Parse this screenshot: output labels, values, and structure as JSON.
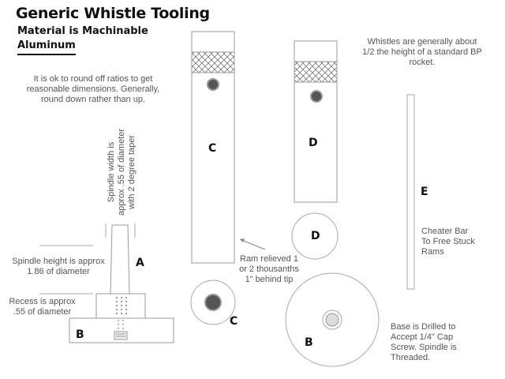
{
  "title": "Generic Whistle Tooling",
  "subtitle_line1": "Material is Machinable",
  "subtitle_line2": "Aluminum",
  "notes": {
    "round_off": [
      "It is ok to round off ratios to get",
      "reasonable dimensions. Generally,",
      "round down rather than up."
    ],
    "whistle_height": [
      "Whistles are generally about",
      "1/2 the height of a standard BP",
      "rocket."
    ],
    "spindle_width": [
      "Spindle width is",
      "approx .55 of diameter",
      "with 2 degree taper"
    ],
    "spindle_height": [
      "Spindle height is approx",
      "1.86 of diameter"
    ],
    "recess": [
      "Recess is approx",
      ".55 of diameter"
    ],
    "ram_relieved": [
      "Ram relieved 1",
      "or 2 thousanths",
      "1\" behind tip"
    ],
    "cheater_bar": [
      "Cheater Bar",
      "To Free Stuck",
      "Rams"
    ],
    "base": [
      "Base is Drilled to",
      "Accept 1/4\" Cap",
      "Screw. Spindle is",
      "Threaded."
    ]
  },
  "letters": {
    "a": "A",
    "b_base": "B",
    "b_circle": "B",
    "c_ram": "C",
    "c_circle": "C",
    "d_ram": "D",
    "d_circle": "D",
    "e_bar": "E"
  }
}
